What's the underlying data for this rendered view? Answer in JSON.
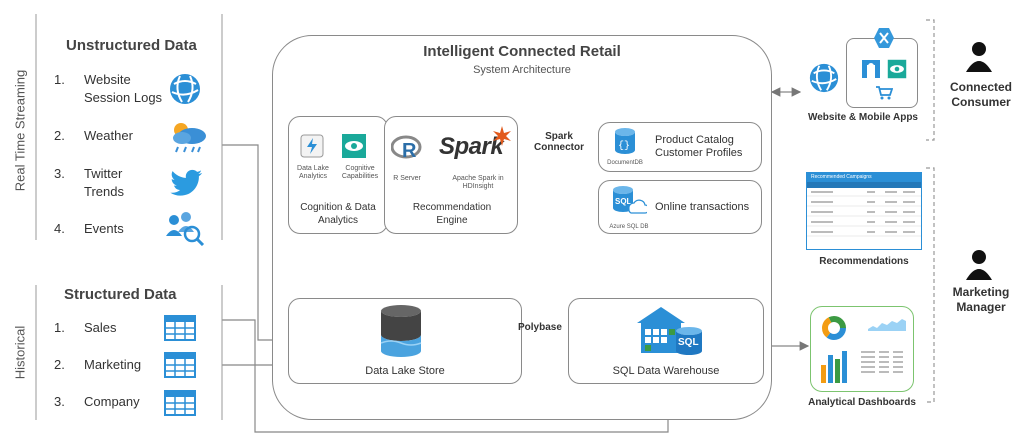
{
  "left": {
    "realtime_label": "Real Time Streaming",
    "historical_label": "Historical",
    "unstructured": {
      "title": "Unstructured Data",
      "items": [
        {
          "num": "1.",
          "label": "Website Session Logs"
        },
        {
          "num": "2.",
          "label": "Weather"
        },
        {
          "num": "3.",
          "label": "Twitter Trends"
        },
        {
          "num": "4.",
          "label": "Events"
        }
      ]
    },
    "structured": {
      "title": "Structured Data",
      "items": [
        {
          "num": "1.",
          "label": "Sales"
        },
        {
          "num": "2.",
          "label": "Marketing"
        },
        {
          "num": "3.",
          "label": "Company"
        }
      ]
    }
  },
  "center": {
    "title": "Intelligent Connected Retail",
    "subtitle": "System Architecture",
    "cognition": {
      "caption1": "Data Lake Analytics",
      "caption2": "Cognitive Capabilities",
      "label": "Cognition & Data Analytics"
    },
    "recommendation": {
      "caption1": "R Server",
      "caption2": "Apache Spark in HDInsight",
      "spark_text": "Spark",
      "label": "Recommendation Engine"
    },
    "spark_connector": "Spark Connector",
    "catalog": {
      "caption": "DocumentDB",
      "label": "Product Catalog Customer Profiles"
    },
    "online": {
      "caption": "Azure SQL DB",
      "label": "Online transactions"
    },
    "datalake": {
      "label": "Data Lake Store"
    },
    "polybase": "Polybase",
    "warehouse": {
      "label": "SQL Data Warehouse",
      "sql_text": "SQL"
    }
  },
  "right": {
    "website_apps": "Website & Mobile Apps",
    "connected_consumer": "Connected Consumer",
    "recommendations": "Recommendations",
    "recommendations_table_title": "Recommended Campaigns",
    "marketing_manager": "Marketing Manager",
    "analytical_dashboards": "Analytical Dashboards"
  },
  "colors": {
    "accent": "#2b8fd6",
    "spark_orange": "#e25a1c",
    "green": "#3c9a43",
    "teal": "#1aa99a"
  }
}
